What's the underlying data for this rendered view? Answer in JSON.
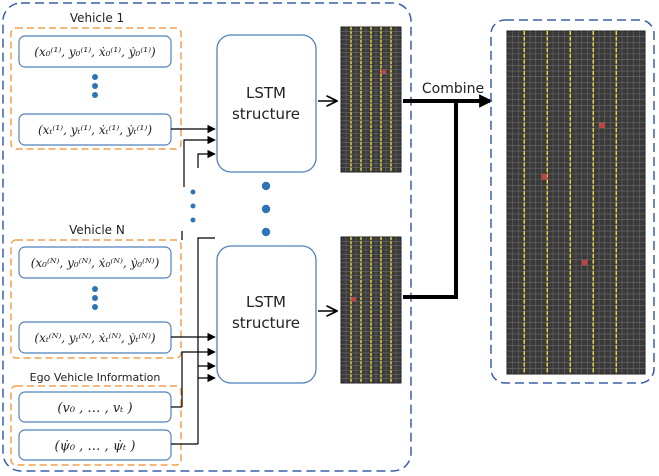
{
  "groups": {
    "vehicle_1": "Vehicle 1",
    "vehicle_n": "Vehicle N",
    "ego": "Ego Vehicle Information"
  },
  "states": {
    "v1_t0": "(x₀⁽¹⁾, y₀⁽¹⁾, ẋ₀⁽¹⁾, ẏ₀⁽¹⁾)",
    "v1_tt": "(xₜ⁽¹⁾, yₜ⁽¹⁾, ẋₜ⁽¹⁾, ẏₜ⁽¹⁾)",
    "vn_t0": "(x₀⁽ᴺ⁾, y₀⁽ᴺ⁾, ẋ₀⁽ᴺ⁾, ẏ₀⁽ᴺ⁾)",
    "vn_tt": "(xₜ⁽ᴺ⁾, yₜ⁽ᴺ⁾, ẋₜ⁽ᴺ⁾, ẏₜ⁽ᴺ⁾)",
    "ego_speed": "(v₀ , … , vₜ )",
    "ego_yaw": "(ψ̇₀ , … , ψ̇ₜ )"
  },
  "lstm": {
    "top": [
      "LSTM",
      "structure"
    ],
    "bottom": [
      "LSTM",
      "structure"
    ]
  },
  "combine_label": "Combine",
  "colors": {
    "dashed_blue": "#3b5ea8",
    "dashed_orange": "#f0a050",
    "box_blue": "#4f81bd",
    "dot_blue": "#2e75b6",
    "grid_bg": "#3a3a3a",
    "grid_line": "#6a6a6a",
    "lane_yellow": "#f0e040",
    "occupied_red": "#d04848",
    "arrow": "#000000"
  },
  "icons": [
    "arrow-right-icon",
    "ellipsis-vertical-icon",
    "occupancy-grid-icon"
  ]
}
